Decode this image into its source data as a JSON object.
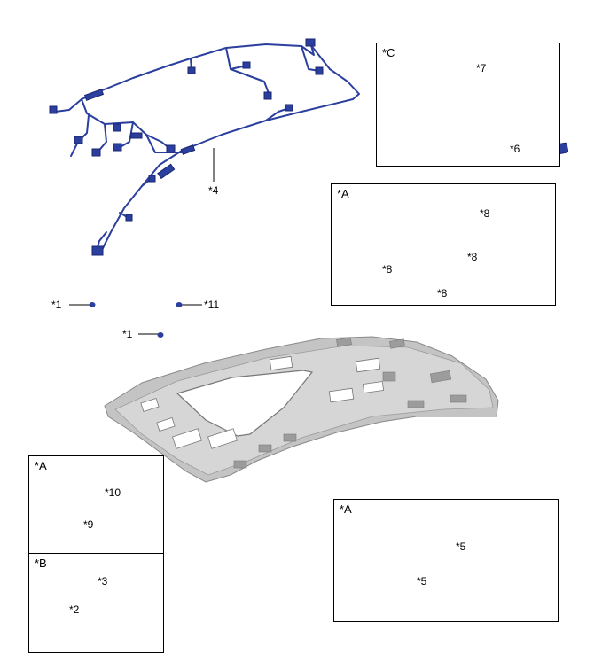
{
  "callouts": {
    "c4": "*4",
    "c1a": "*1",
    "c11": "*11",
    "c1b": "*1"
  },
  "box_c": {
    "title": "*C",
    "c7": "*7",
    "c6": "*6"
  },
  "box_a_top": {
    "title": "*A",
    "c8_right_top": "*8",
    "c8_left": "*8",
    "c8_center": "*8",
    "c8_right": "*8"
  },
  "box_a_left": {
    "title": "*A",
    "c10": "*10",
    "c9": "*9"
  },
  "box_b": {
    "title": "*B",
    "c3": "*3",
    "c2": "*2"
  },
  "box_a_right": {
    "title": "*A",
    "c5_top": "*5",
    "c5_bottom": "*5"
  },
  "colors": {
    "part_blue": "#2b3f9e",
    "part_dark": "#1a2670",
    "headliner_gray": "#b9b9b9"
  }
}
